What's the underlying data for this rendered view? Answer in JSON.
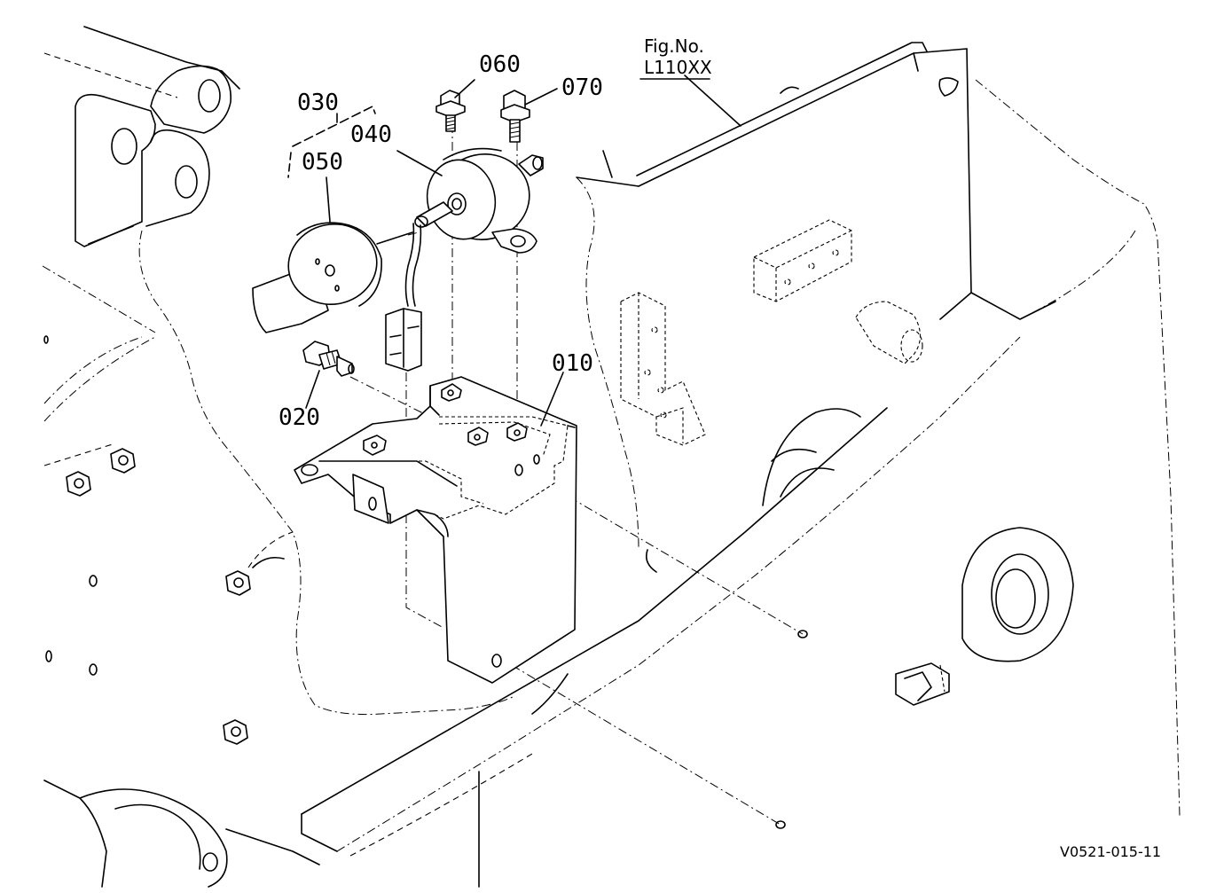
{
  "figure": {
    "fig_no_label": "Fig.No.",
    "fig_no_value": "L110XX",
    "drawing_code": "V0521-015-11"
  },
  "callouts": [
    {
      "id": "010",
      "text": "010"
    },
    {
      "id": "020",
      "text": "020"
    },
    {
      "id": "030",
      "text": "030"
    },
    {
      "id": "040",
      "text": "040"
    },
    {
      "id": "050",
      "text": "050"
    },
    {
      "id": "060",
      "text": "060"
    },
    {
      "id": "070",
      "text": "070"
    }
  ]
}
